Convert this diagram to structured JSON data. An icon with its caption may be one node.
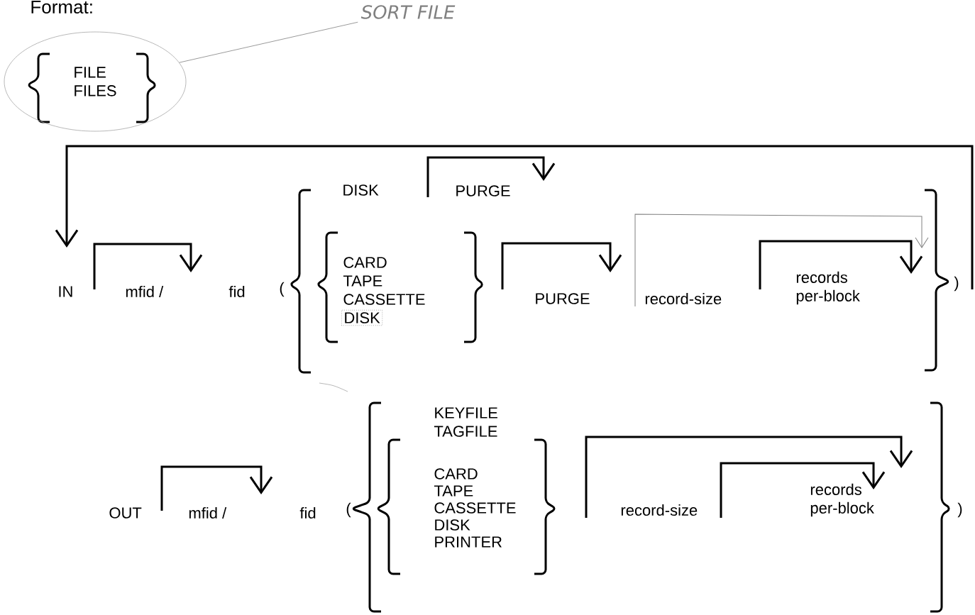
{
  "diagram": {
    "nodes": [
      {
        "text": [
          "SORT FILE"
        ]
      },
      {
        "text": [
          "FILE",
          "FILES"
        ]
      },
      {
        "text": [
          "DISK"
        ]
      }
    ],
    "edges": [
      {
        "from": 0,
        "to": 1,
        "arrow": "none"
      }
    ],
    "labels": [
      "Format:",
      "IN",
      "mfid /",
      "fid",
      "(",
      "DISK",
      "PURGE",
      "CARD",
      "TAPE",
      "CASSETTE",
      "PURGE",
      "record-size",
      "records per-block",
      ")",
      "OUT",
      "mfid /",
      "fid",
      "(",
      "KEYFILE",
      "TAGFILE",
      "CARD",
      "TAPE",
      "CASSETTE",
      "DISK",
      "PRINTER",
      "record-size",
      "records per-block",
      ")"
    ]
  }
}
